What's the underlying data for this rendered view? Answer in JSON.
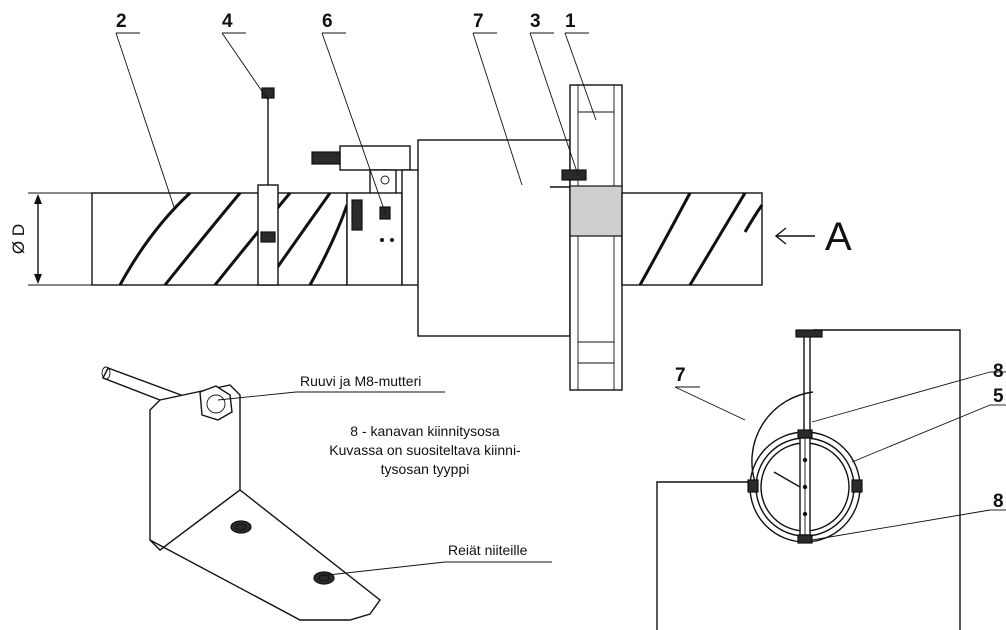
{
  "callouts": {
    "c1": "1",
    "c2": "2",
    "c3": "3",
    "c4": "4",
    "c6": "6",
    "c7": "7",
    "c7_detail": "7",
    "c8_top": "8",
    "c5": "5",
    "c8_bottom": "8"
  },
  "view_arrow_label": "A",
  "dimension_label": "Ø D",
  "bracket": {
    "screw_label": "Ruuvi ja M8-mutteri",
    "rivet_label": "Reiät niiteille",
    "desc_line1": "8 - kanavan kiinnitysosa",
    "desc_line2": "Kuvassa on suositeltava kiinni-",
    "desc_line3": "tysosan tyyppi"
  }
}
